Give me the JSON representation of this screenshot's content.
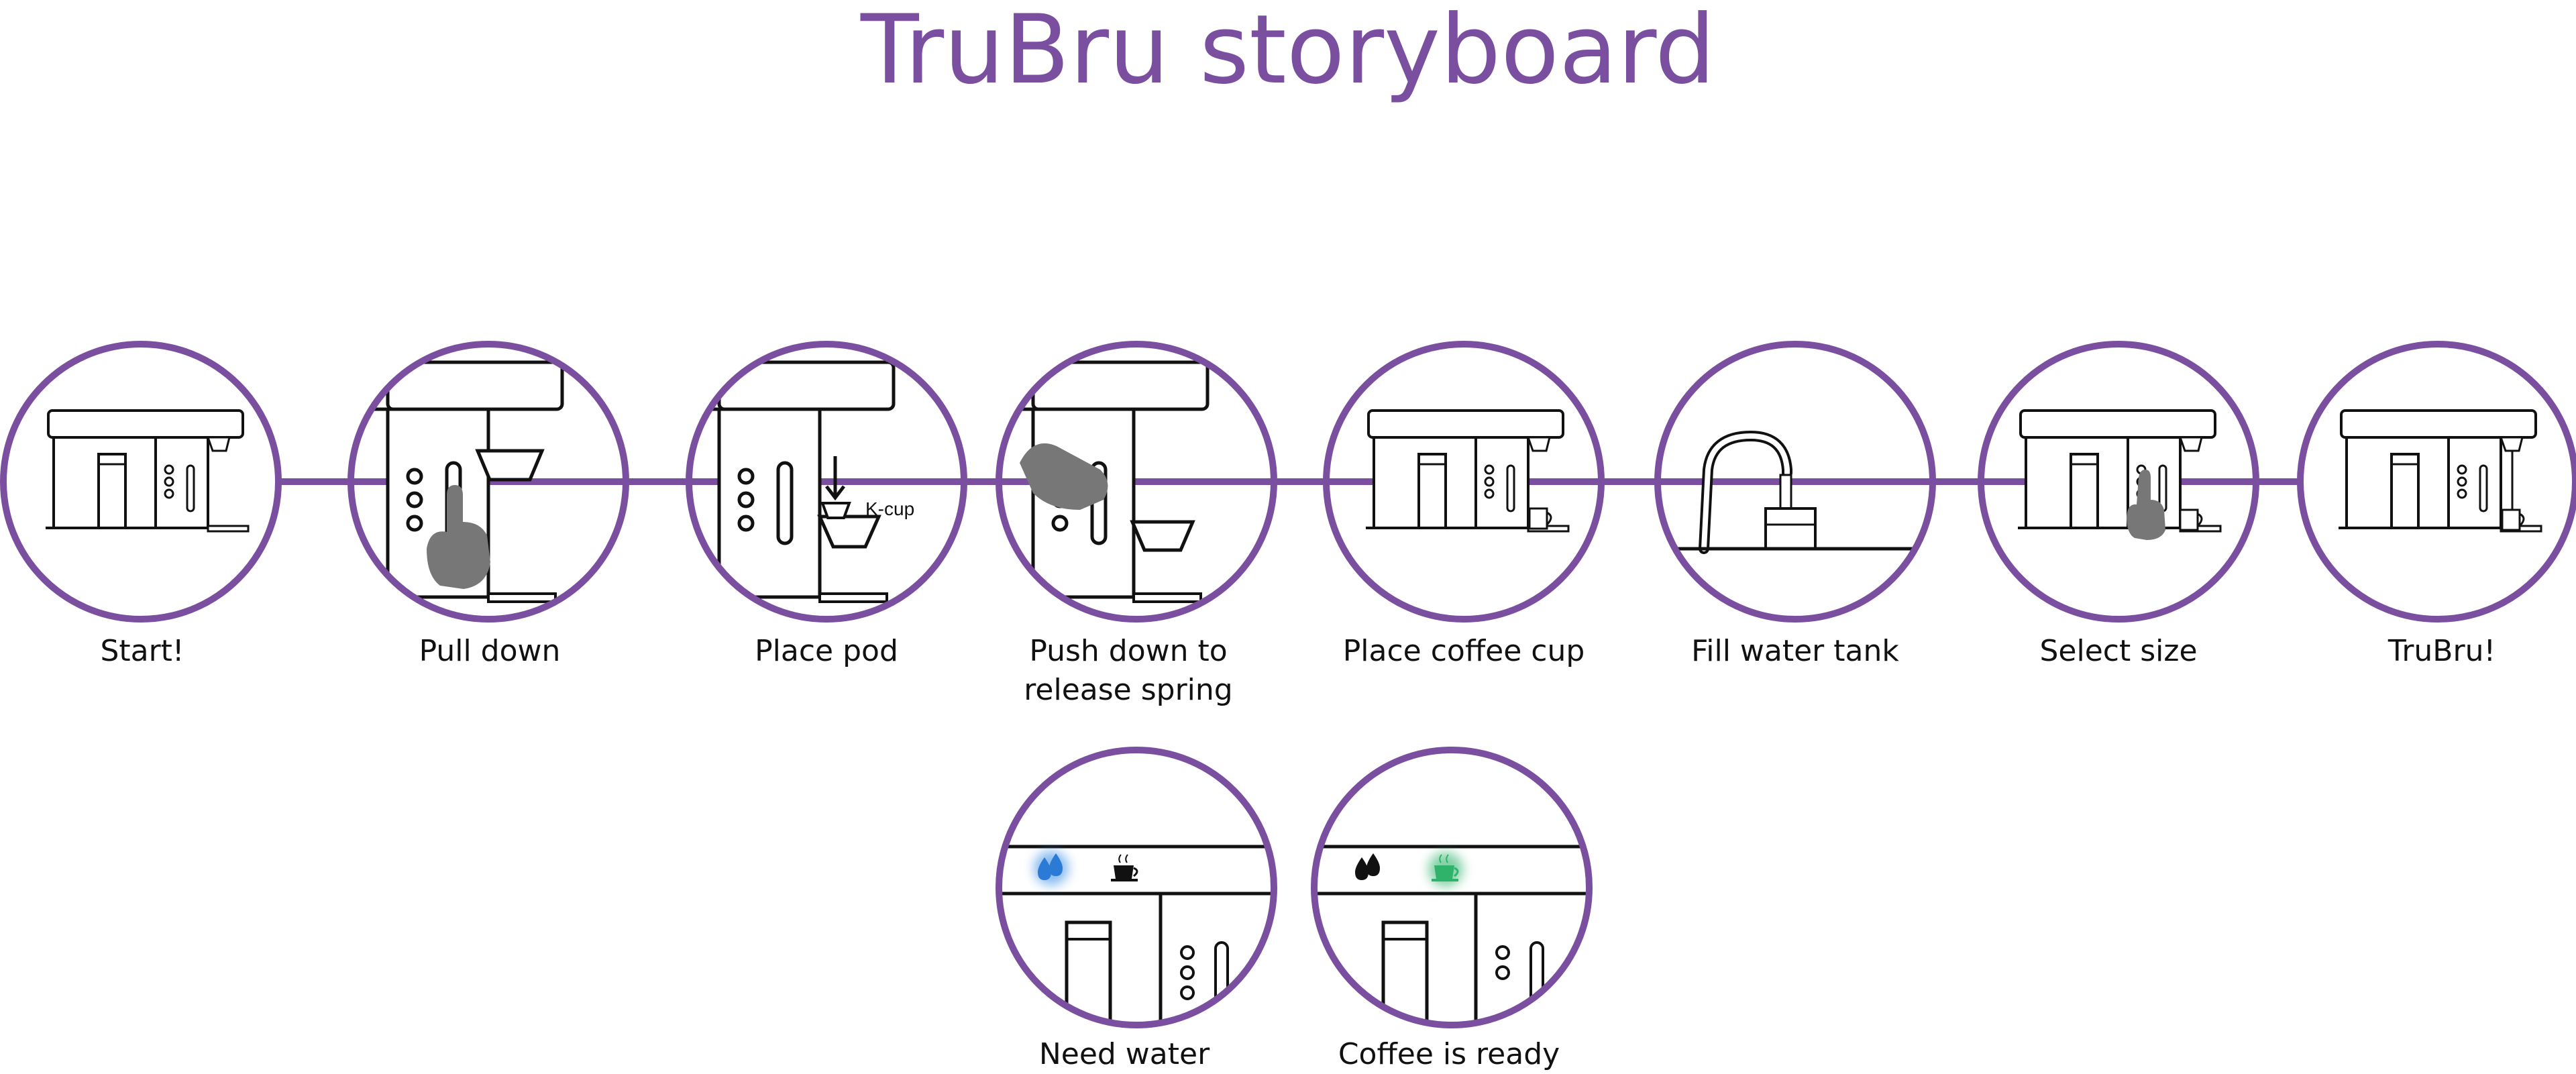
{
  "title": "TruBru storyboard",
  "steps": [
    {
      "label": "Start!"
    },
    {
      "label": "Pull down"
    },
    {
      "label": "Place pod",
      "annotation": "K-cup"
    },
    {
      "label": "Push down to release spring"
    },
    {
      "label": "Place coffee cup"
    },
    {
      "label": "Fill water tank"
    },
    {
      "label": "Select size"
    },
    {
      "label": "TruBru!"
    }
  ],
  "status_states": [
    {
      "label": "Need water",
      "water_indicator": "blue-glow",
      "coffee_indicator": "black"
    },
    {
      "label": "Coffee is ready",
      "water_indicator": "black",
      "coffee_indicator": "green-glow"
    }
  ],
  "colors": {
    "accent": "#7b4fa0",
    "line": "#111111",
    "hand": "#777777",
    "water_glow": "#3a8ee6",
    "coffee_glow": "#2fb36b"
  },
  "icons": [
    "coffee-machine-icon",
    "hand-icon",
    "down-arrow-icon",
    "k-cup-icon",
    "faucet-icon",
    "water-drop-icon",
    "coffee-cup-icon"
  ]
}
